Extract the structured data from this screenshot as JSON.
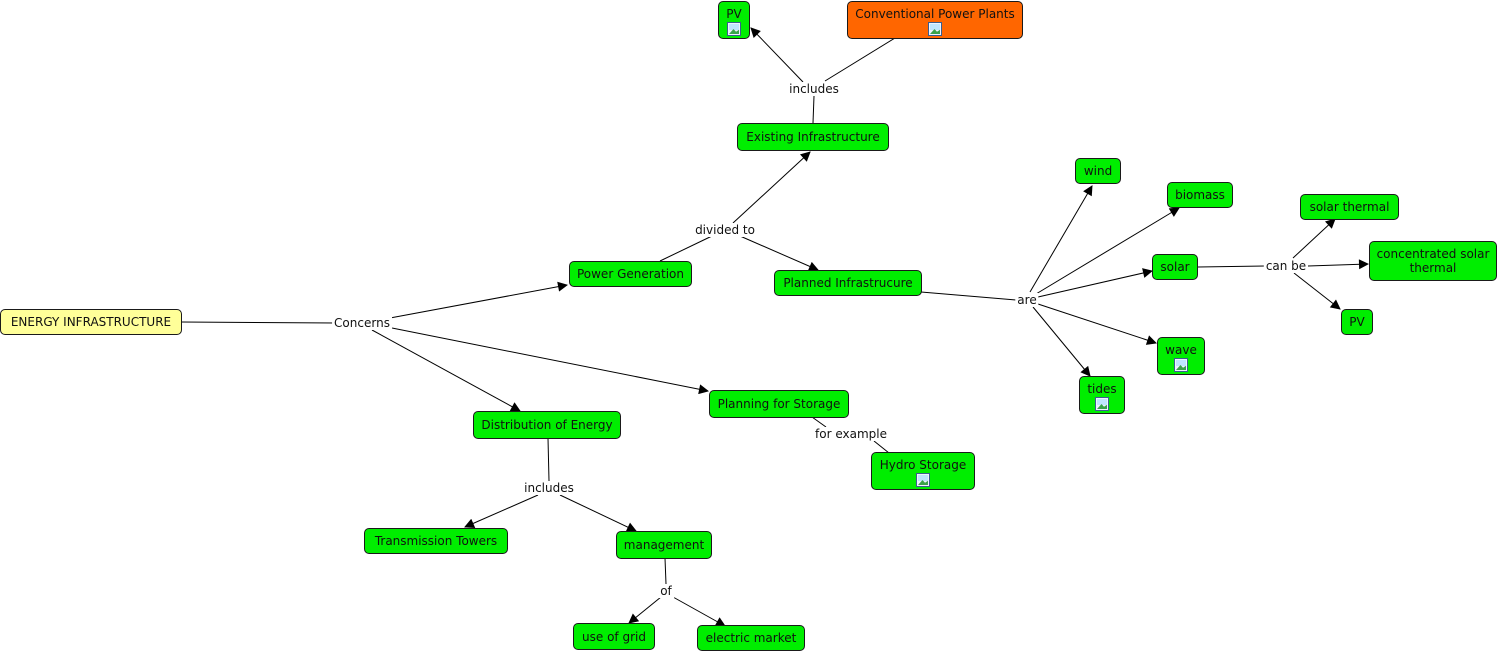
{
  "concept_map": {
    "nodes": {
      "energy_infrastructure": "ENERGY INFRASTRUCTURE",
      "power_generation": "Power Generation",
      "existing_infrastructure": "Existing Infrastructure",
      "pv_top": "PV",
      "conventional_power_plants": "Conventional Power Plants",
      "planned_infrastructure": "Planned Infrastrucure",
      "wind": "wind",
      "biomass": "biomass",
      "solar": "solar",
      "wave": "wave",
      "tides": "tides",
      "solar_thermal": "solar thermal",
      "concentrated_solar_thermal": "concentrated solar thermal",
      "pv_right": "PV",
      "distribution_of_energy": "Distribution of Energy",
      "planning_for_storage": "Planning for Storage",
      "hydro_storage": "Hydro Storage",
      "transmission_towers": "Transmission Towers",
      "management": "management",
      "use_of_grid": "use of grid",
      "electric_market": "electric market"
    },
    "links": {
      "concerns": "Concerns",
      "divided_to": "divided to",
      "includes_existing": "includes",
      "are": "are",
      "can_be": "can be",
      "for_example": "for example",
      "includes_distribution": "includes",
      "of": "of"
    },
    "colors": {
      "concept": "#00ee00",
      "root": "#ffff99",
      "highlight": "#ff6600",
      "edge": "#000000"
    }
  }
}
